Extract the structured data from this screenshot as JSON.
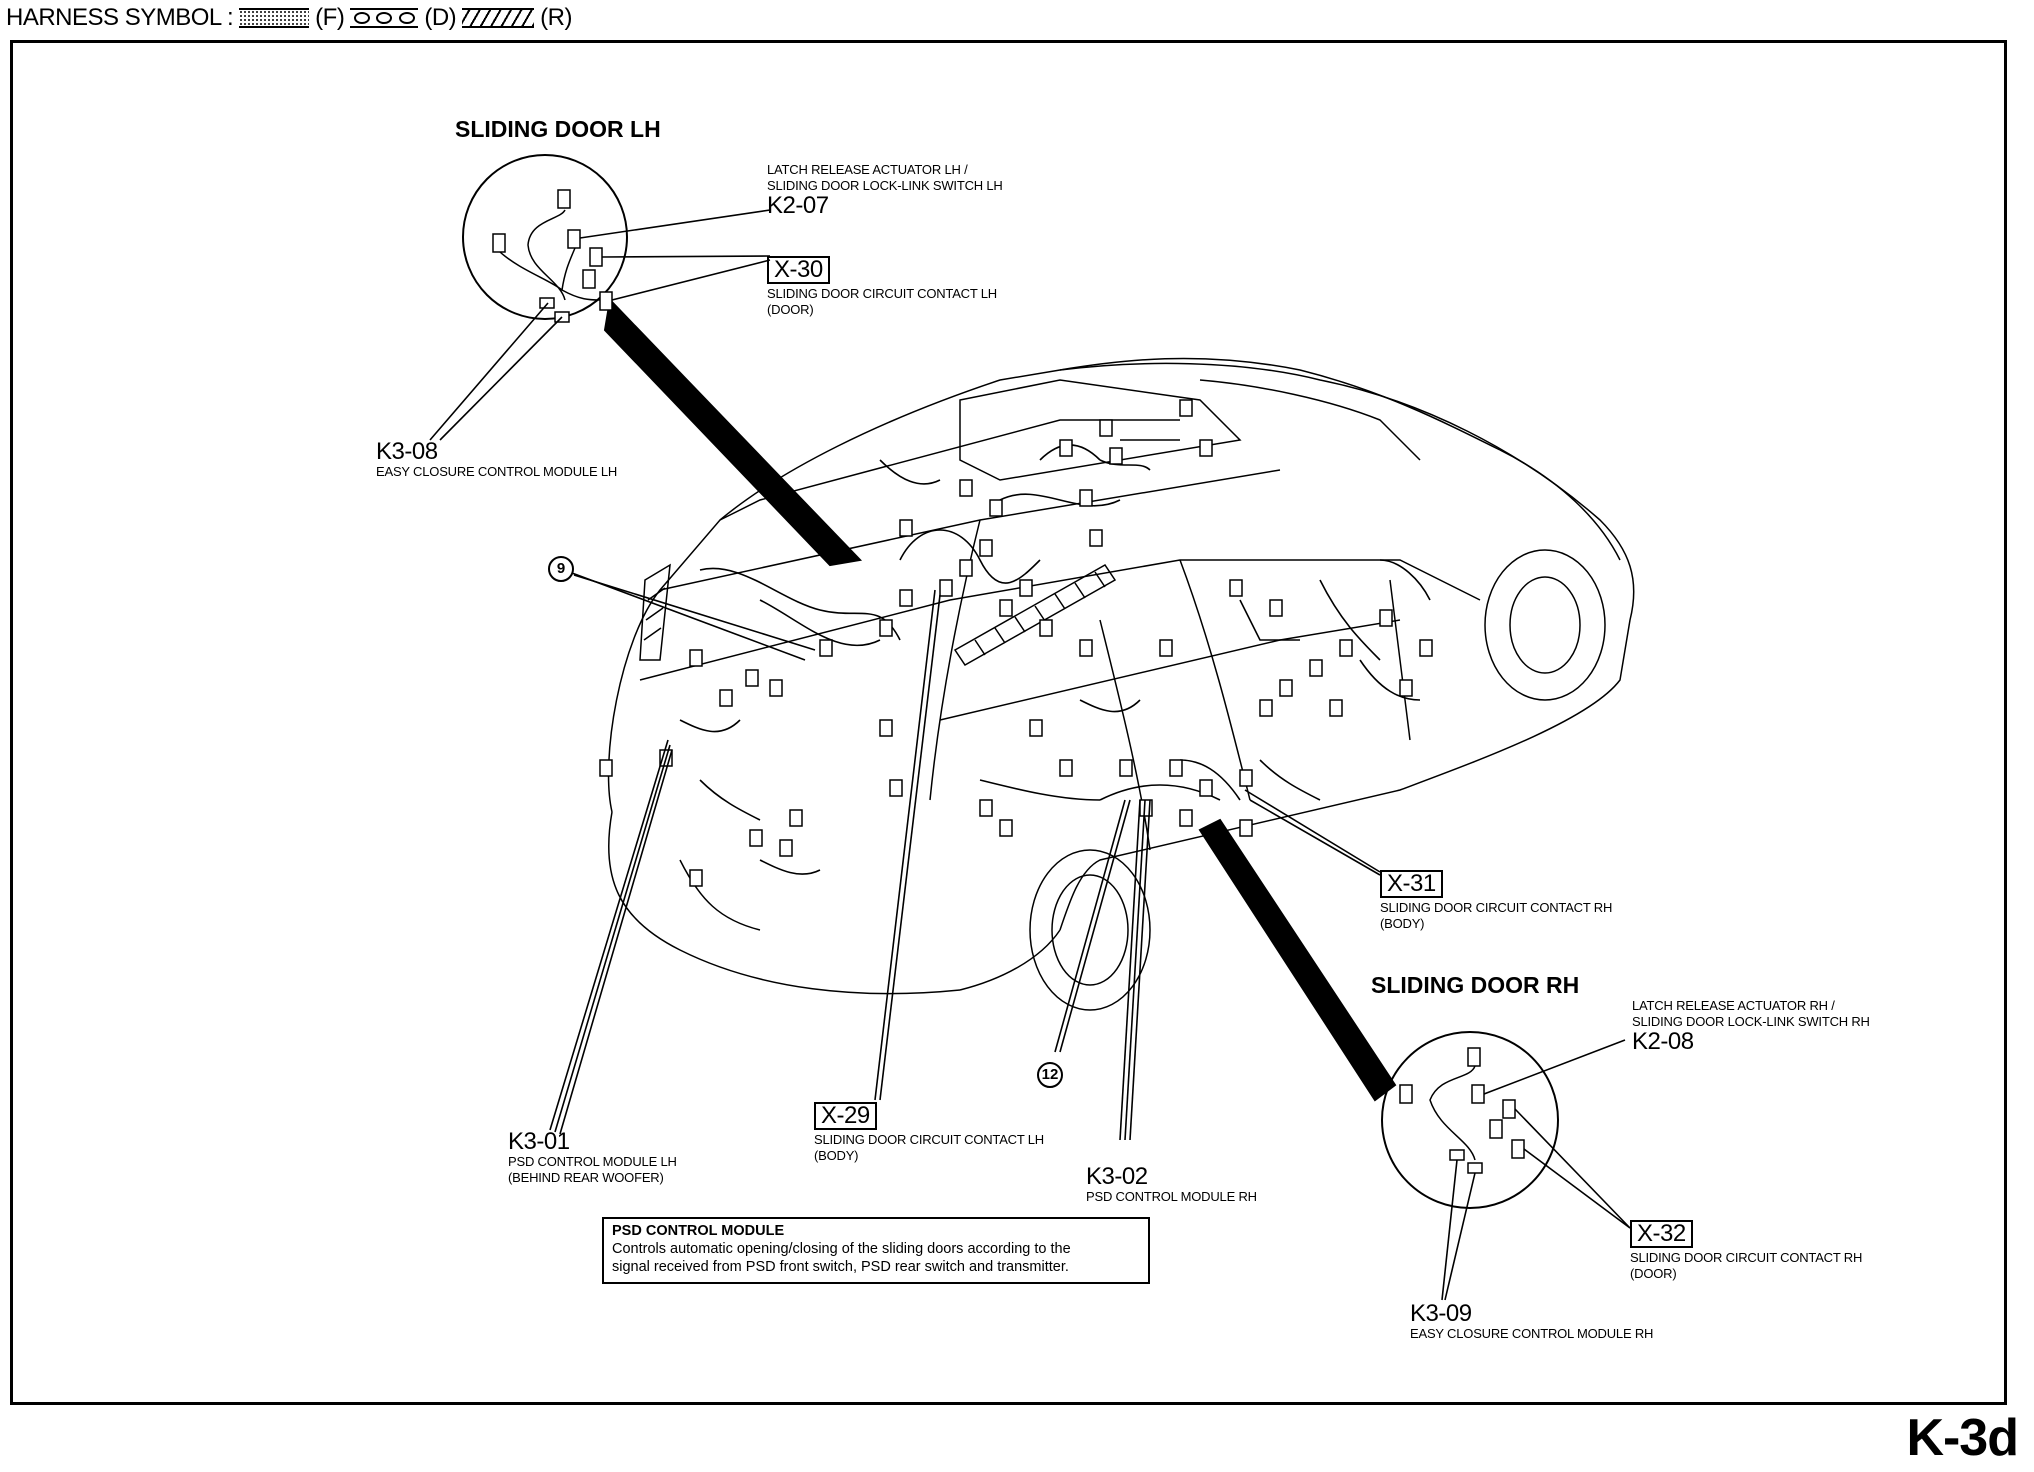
{
  "header": {
    "harness_symbol_label": "HARNESS SYMBOL :",
    "symbols": [
      {
        "icon": "harness-dotted-band-icon",
        "code": "(F)"
      },
      {
        "icon": "harness-circles-band-icon",
        "code": "(D)"
      },
      {
        "icon": "harness-hatched-band-icon",
        "code": "(R)"
      }
    ]
  },
  "page_tag": "K-3d",
  "sections": {
    "lh": {
      "title": "SLIDING DOOR LH",
      "k2": {
        "code": "K2-07",
        "desc1": "LATCH RELEASE ACTUATOR LH /",
        "desc2": "SLIDING DOOR LOCK-LINK SWITCH LH"
      },
      "x": {
        "code": "X-30",
        "desc1": "SLIDING DOOR CIRCUIT CONTACT LH",
        "desc2": "(DOOR)"
      },
      "k3": {
        "code": "K3-08",
        "desc1": "EASY CLOSURE CONTROL MODULE LH"
      }
    },
    "rh": {
      "title": "SLIDING DOOR RH",
      "k2": {
        "code": "K2-08",
        "desc1": "LATCH RELEASE ACTUATOR RH /",
        "desc2": "SLIDING DOOR LOCK-LINK SWITCH RH"
      },
      "x": {
        "code": "X-32",
        "desc1": "SLIDING DOOR CIRCUIT CONTACT RH",
        "desc2": "(DOOR)"
      },
      "k3": {
        "code": "K3-09",
        "desc1": "EASY CLOSURE CONTROL MODULE RH"
      }
    }
  },
  "body_labels": {
    "x31": {
      "code": "X-31",
      "desc1": "SLIDING DOOR CIRCUIT CONTACT RH",
      "desc2": "(BODY)"
    },
    "x29": {
      "code": "X-29",
      "desc1": "SLIDING DOOR CIRCUIT CONTACT LH",
      "desc2": "(BODY)"
    },
    "k301": {
      "code": "K3-01",
      "desc1": "PSD CONTROL MODULE LH",
      "desc2": "(BEHIND REAR WOOFER)"
    },
    "k302": {
      "code": "K3-02",
      "desc1": "PSD CONTROL MODULE RH"
    }
  },
  "callouts": {
    "nine": "9",
    "twelve": "12"
  },
  "note": {
    "title": "PSD CONTROL MODULE",
    "line1": "Controls automatic opening/closing of the sliding doors according to the",
    "line2": "signal received from PSD front switch, PSD rear switch and transmitter."
  }
}
